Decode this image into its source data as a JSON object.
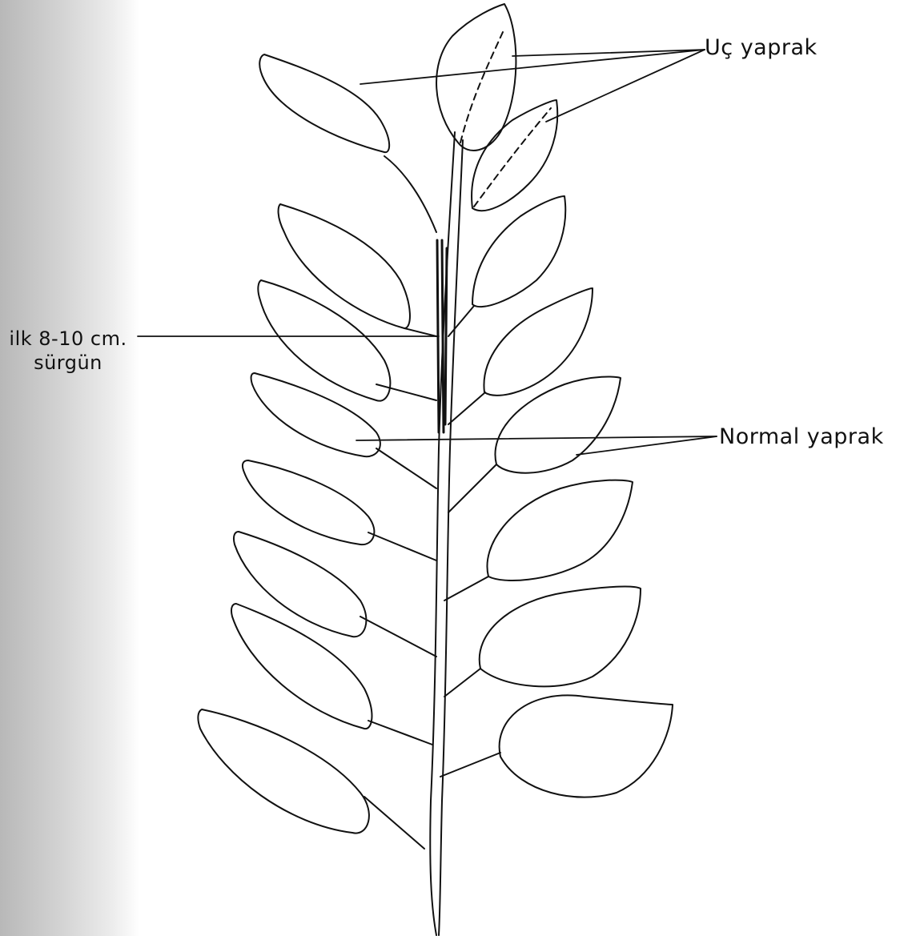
{
  "labels": {
    "tip_leaf": "Uç yaprak",
    "normal_leaf": "Normal yaprak",
    "first_shoot_line1": "ilk 8-10 cm.",
    "first_shoot_line2": "sürgün"
  },
  "colors": {
    "ink": "#111111",
    "scan_edge": "#c4c4c4",
    "background": "#ffffff"
  }
}
